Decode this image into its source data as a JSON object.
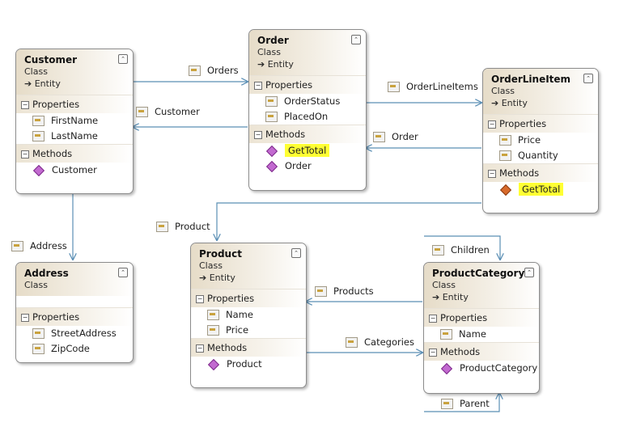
{
  "classes": {
    "customer": {
      "name": "Customer",
      "kind": "Class",
      "base": "Entity",
      "properties_label": "Properties",
      "properties": [
        "FirstName",
        "LastName"
      ],
      "methods_label": "Methods",
      "methods": [
        "Customer"
      ]
    },
    "order": {
      "name": "Order",
      "kind": "Class",
      "base": "Entity",
      "properties_label": "Properties",
      "properties": [
        "OrderStatus",
        "PlacedOn"
      ],
      "methods_label": "Methods",
      "methods": [
        "GetTotal",
        "Order"
      ]
    },
    "orderlineitem": {
      "name": "OrderLineItem",
      "kind": "Class",
      "base": "Entity",
      "properties_label": "Properties",
      "properties": [
        "Price",
        "Quantity"
      ],
      "methods_label": "Methods",
      "methods": [
        "GetTotal"
      ]
    },
    "address": {
      "name": "Address",
      "kind": "Class",
      "properties_label": "Properties",
      "properties": [
        "StreetAddress",
        "ZipCode"
      ]
    },
    "product": {
      "name": "Product",
      "kind": "Class",
      "base": "Entity",
      "properties_label": "Properties",
      "properties": [
        "Name",
        "Price"
      ],
      "methods_label": "Methods",
      "methods": [
        "Product"
      ]
    },
    "productcategory": {
      "name": "ProductCategory",
      "kind": "Class",
      "base": "Entity",
      "properties_label": "Properties",
      "properties": [
        "Name"
      ],
      "methods_label": "Methods",
      "methods": [
        "ProductCategory"
      ]
    }
  },
  "associations": {
    "orders": "Orders",
    "customer": "Customer",
    "orderlineitems": "OrderLineItems",
    "order": "Order",
    "product": "Product",
    "address": "Address",
    "children": "Children",
    "products": "Products",
    "categories": "Categories",
    "parent": "Parent"
  },
  "base_arrow": "➔",
  "collapse_glyph": "⌃",
  "section_toggle": "−",
  "colors": {
    "highlight": "#ffff33",
    "connector": "#5b8fb5",
    "method_icon": "#c26ad0"
  }
}
